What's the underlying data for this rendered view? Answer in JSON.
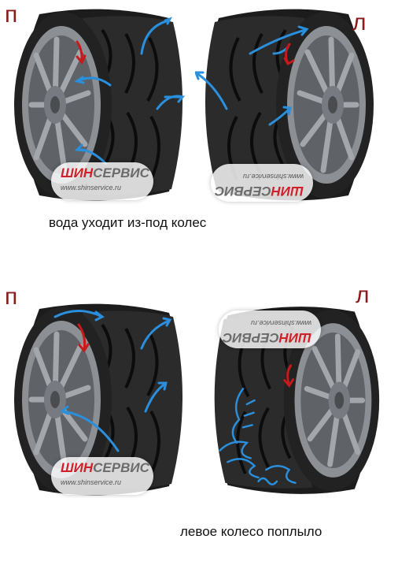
{
  "labels": {
    "top_left": "п",
    "top_right": "л",
    "bottom_left": "п",
    "bottom_right": "л"
  },
  "captions": {
    "top": "вода уходит из-под колес",
    "bottom": "левое колесо поплыло"
  },
  "watermark": {
    "brand_part1": "ШИН",
    "brand_part2": "СЕРВИС",
    "url": "www.shinservice.ru"
  },
  "colors": {
    "water_arrow": "#2a8fdc",
    "load_arrow": "#c81a1a",
    "label": "#8b1a1a",
    "tyre": "#1c1c1c",
    "rim": "#8c8f94"
  }
}
